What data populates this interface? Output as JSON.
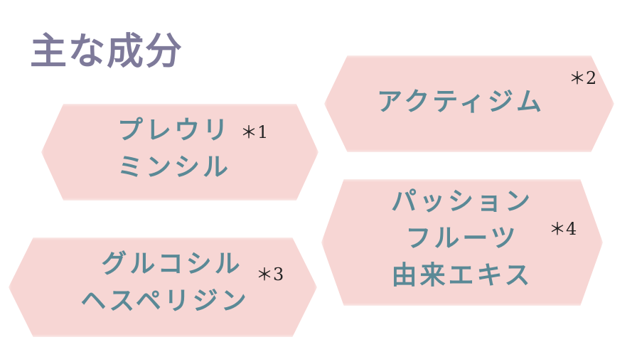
{
  "title": "主な成分",
  "ingredients": [
    {
      "name_lines": [
        "プレウリ",
        "ミンシル"
      ],
      "note": "＊1"
    },
    {
      "name_lines": [
        "アクティジム"
      ],
      "note": "＊2"
    },
    {
      "name_lines": [
        "グルコシル",
        "ヘスペリジン"
      ],
      "note": "＊3"
    },
    {
      "name_lines": [
        "パッション",
        "フルーツ",
        "由来エキス"
      ],
      "note": "＊4"
    }
  ],
  "colors": {
    "title": "#7e7a9a",
    "label": "#5a8996",
    "hexagon": "#f7d6d4"
  }
}
